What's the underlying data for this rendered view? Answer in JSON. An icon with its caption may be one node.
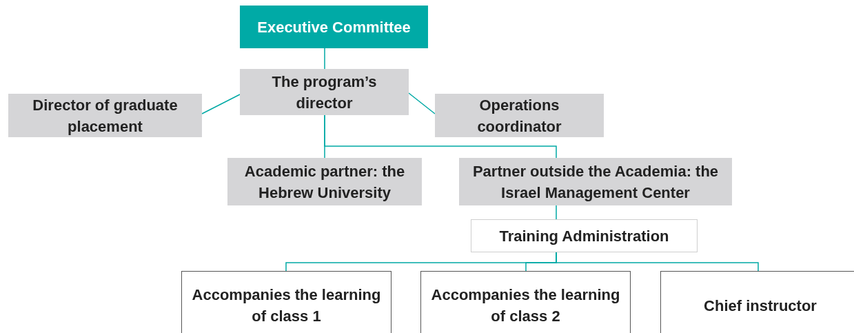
{
  "diagram": {
    "nodes": [
      {
        "text": [
          "Executive Committee"
        ]
      },
      {
        "text": [
          "The program’s director"
        ]
      },
      {
        "text": [
          "Director of graduate placement"
        ]
      },
      {
        "text": [
          "Operations coordinator"
        ]
      },
      {
        "text": [
          "Academic partner: the Hebrew University"
        ]
      },
      {
        "text": [
          "Partner outside the Academia: the Israel Management Center"
        ]
      },
      {
        "text": [
          "Training Administration"
        ]
      },
      {
        "text": [
          "Accompanies the learning of class 1"
        ]
      },
      {
        "text": [
          "Accompanies the learning of class 2"
        ]
      },
      {
        "text": [
          "Chief instructor"
        ]
      }
    ],
    "edges": [
      {
        "from": 0,
        "to": 1,
        "arrow": "none"
      },
      {
        "from": 1,
        "to": 2,
        "arrow": "none"
      },
      {
        "from": 1,
        "to": 3,
        "arrow": "none"
      },
      {
        "from": 1,
        "to": 4,
        "arrow": "none"
      },
      {
        "from": 1,
        "to": 5,
        "arrow": "none"
      },
      {
        "from": 5,
        "to": 6,
        "arrow": "none"
      },
      {
        "from": 6,
        "to": 7,
        "arrow": "none"
      },
      {
        "from": 6,
        "to": 8,
        "arrow": "none"
      },
      {
        "from": 6,
        "to": 9,
        "arrow": "none"
      }
    ]
  }
}
